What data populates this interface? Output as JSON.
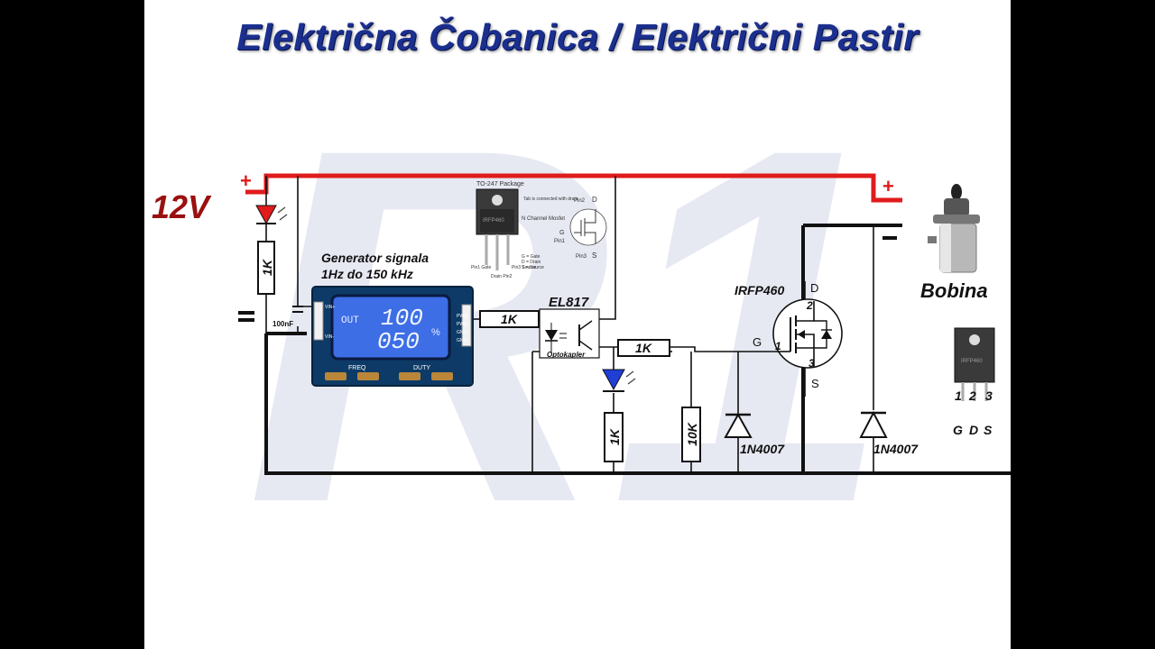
{
  "title": "Električna Čobanica / Električni Pastir",
  "watermark": "R1",
  "supply": {
    "voltage": "12V",
    "plus": "+",
    "minus": "−",
    "out_plus": "+",
    "out_minus": "−"
  },
  "generator": {
    "title": "Generator signala",
    "range": "1Hz do 150 kHz",
    "display_top": "100",
    "display_bottom": "050",
    "out_label": "OUT",
    "unit": "%",
    "freq_label": "FREQ",
    "duty_label": "DUTY",
    "pins": [
      "PWM",
      "PWM",
      "GND",
      "GND"
    ],
    "vin_pins": [
      "VIN+",
      "VIN-"
    ]
  },
  "components": {
    "capacitor": "100nF",
    "r_led": "1K",
    "r_gen": "1K",
    "r_gate": "1K",
    "r_led2": "1K",
    "r_pulldown": "10K",
    "opto": "EL817",
    "opto_sub": "Optokapler",
    "diode1": "1N4007",
    "diode2": "1N4007",
    "mosfet": "IRFP460",
    "mosfet_d": "D",
    "mosfet_g": "G",
    "mosfet_s": "S",
    "pin_d": "2",
    "pin_g": "1",
    "pin_s": "3",
    "coil": "Bobina"
  },
  "package_info": {
    "title": "TO-247 Package",
    "tab_note": "Tab is connected with drain",
    "type": "N Channel Mosfet",
    "pin2": "Pin2",
    "pin1": "Pin1",
    "pin3": "Pin3",
    "d": "D",
    "g": "G",
    "s": "S",
    "legend": [
      "G = Gate",
      "D = Drain",
      "S = Source"
    ],
    "pin1_label": "Pin1 Gate",
    "pin2_label": "Drain Pin2",
    "pin3_label": "Pin3 Source",
    "chip": "IRFP460"
  },
  "pinout": {
    "numbers": [
      "1",
      "2",
      "3"
    ],
    "letters": [
      "G",
      "D",
      "S"
    ],
    "chip": "IRFP460"
  },
  "colors": {
    "title": "#1b2f8f",
    "plus_rail": "#e01b1b",
    "wire": "#111111",
    "led_red": "#e01b1b",
    "led_blue": "#1f3fd6",
    "lcd": "#3d6ee6"
  }
}
